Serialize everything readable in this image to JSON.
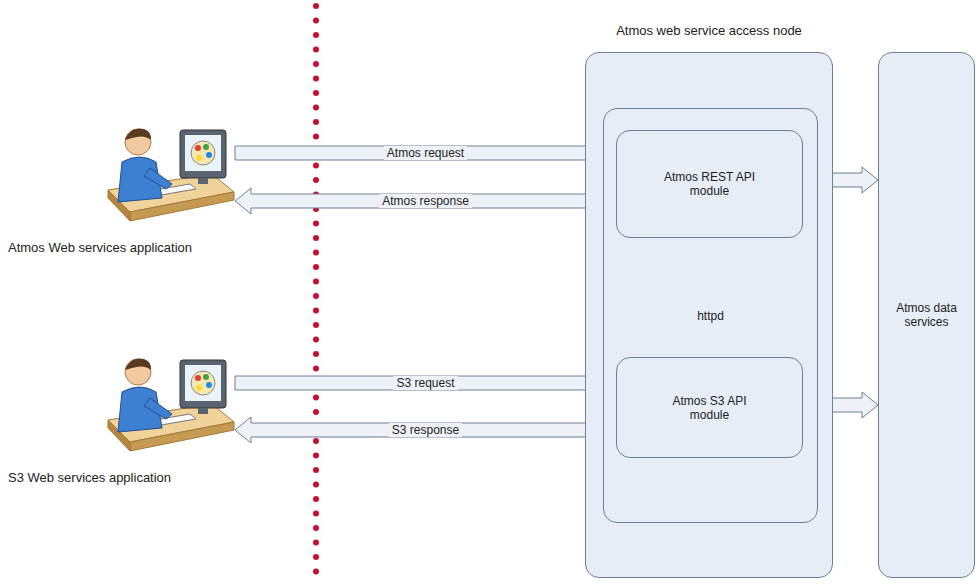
{
  "diagram": {
    "nodes": [
      {
        "text": [
          "Atmos web service access node"
        ]
      },
      {
        "text": [
          "httpd"
        ],
        "in": 0
      },
      {
        "text": [
          "Atmos REST API module"
        ],
        "in": 1
      },
      {
        "text": [
          "Atmos S3 API module"
        ],
        "in": 1
      },
      {
        "text": [
          "Atmos data services"
        ]
      },
      {
        "text": [
          "Atmos Web services application"
        ]
      },
      {
        "text": [
          "S3 Web services application"
        ]
      }
    ],
    "edges": [
      {
        "from": 5,
        "to": 2,
        "label": "Atmos request",
        "arrow": "to"
      },
      {
        "from": 2,
        "to": 5,
        "label": "Atmos response",
        "arrow": "to"
      },
      {
        "from": 2,
        "to": 4,
        "arrow": "both"
      },
      {
        "from": 6,
        "to": 3,
        "label": "S3 request",
        "arrow": "to"
      },
      {
        "from": 3,
        "to": 6,
        "label": "S3 response",
        "arrow": "to"
      },
      {
        "from": 3,
        "to": 4,
        "arrow": "both"
      }
    ]
  }
}
